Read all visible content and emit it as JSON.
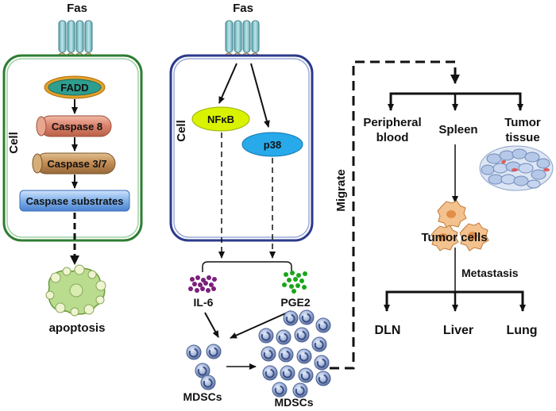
{
  "left_panel": {
    "receptor_label": "Fas",
    "cell_label": "Cell",
    "steps": [
      "FADD",
      "Caspase 8",
      "Caspase 3/7",
      "Caspase substrates"
    ],
    "outcome": "apoptosis"
  },
  "middle_panel": {
    "receptor_label": "Fas",
    "cell_label": "Cell",
    "nfkb": "NFκB",
    "p38": "p38",
    "il6": "IL-6",
    "pge2": "PGE2",
    "mdsc_left": "MDSCs",
    "mdsc_right": "MDSCs"
  },
  "right_panel": {
    "migrate": "Migrate",
    "peripheral_blood": [
      "Peripheral",
      "blood"
    ],
    "spleen": "Spleen",
    "tumor_tissue": [
      "Tumor",
      "tissue"
    ],
    "tumor_cells": "Tumor cells",
    "metastasis": "Metastasis",
    "dln": "DLN",
    "liver": "Liver",
    "lung": "Lung"
  },
  "colors": {
    "left_cell_border": "#2e7d32",
    "middle_cell_border": "#2b3a8a",
    "fadd": "#2e9e8f",
    "caspase8": "#d8826a",
    "caspase37": "#b88950",
    "caspase_substrates": "#7fb0ea",
    "nfkb": "#d8f200",
    "p38": "#27a9ea",
    "il6": "#7b1f7a",
    "pge2": "#1aa51a",
    "mdsc": "#6f86b8"
  }
}
